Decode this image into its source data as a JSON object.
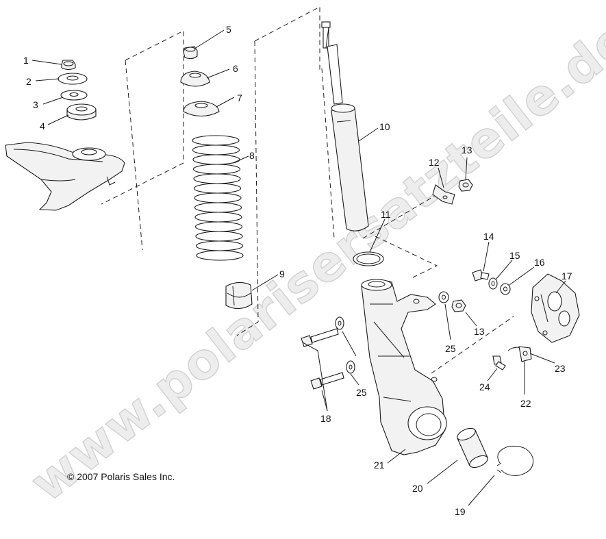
{
  "watermark": "www.polarisersatzteile.de",
  "copyright": "© 2007 Polaris Sales Inc.",
  "callouts": {
    "c1": "1",
    "c2": "2",
    "c3": "3",
    "c4": "4",
    "c5": "5",
    "c6": "6",
    "c7": "7",
    "c8": "8",
    "c9": "9",
    "c10": "10",
    "c11": "11",
    "c12": "12",
    "c13a": "13",
    "c13b": "13",
    "c14": "14",
    "c15": "15",
    "c16": "16",
    "c17": "17",
    "c18": "18",
    "c19": "19",
    "c20": "20",
    "c21": "21",
    "c22": "22",
    "c23": "23",
    "c24": "24",
    "c25a": "25",
    "c25b": "25"
  }
}
